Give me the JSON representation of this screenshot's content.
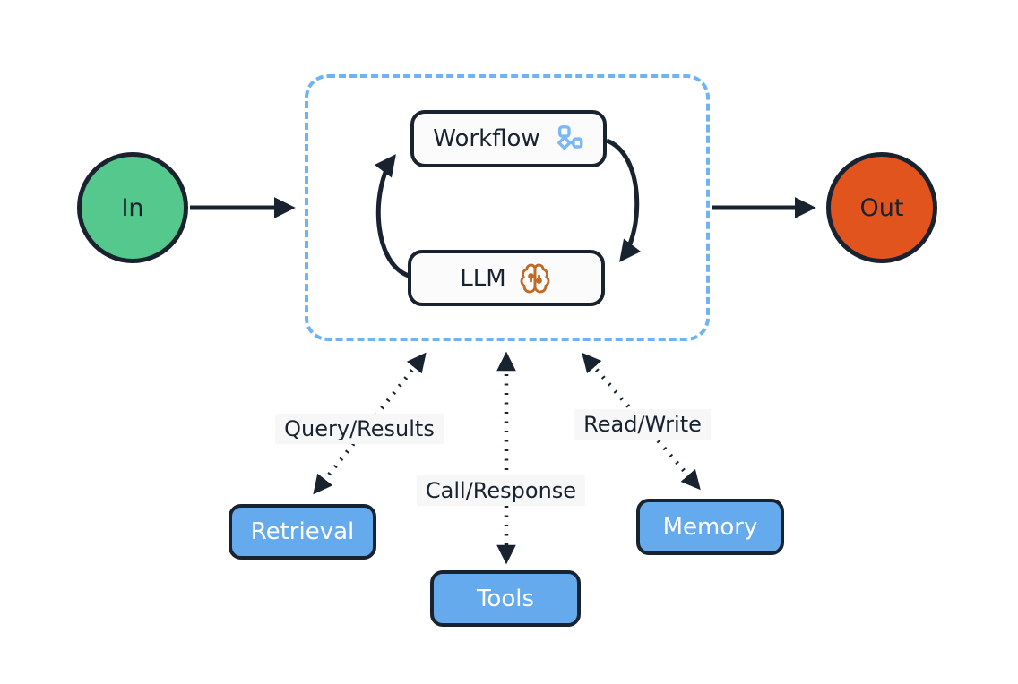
{
  "colors": {
    "ink": "#192330",
    "green": "#55c98d",
    "orange": "#e2541e",
    "blue": "#64aaec",
    "dash-blue": "#6fb3f2",
    "icon-blue": "#7cb9f4",
    "icon-orange": "#bf6b28",
    "node-bg": "#fbfbfb",
    "label-bg": "#f7f7f7",
    "page-bg": "#ffffff"
  },
  "nodes": {
    "in": {
      "label": "In"
    },
    "out": {
      "label": "Out"
    },
    "workflow": {
      "label": "Workflow",
      "icon": "workflow-icon"
    },
    "llm": {
      "label": "LLM",
      "icon": "brain-circuit-icon"
    },
    "retrieval": {
      "label": "Retrieval"
    },
    "tools": {
      "label": "Tools"
    },
    "memory": {
      "label": "Memory"
    }
  },
  "edge_labels": {
    "retrieval": "Query/Results",
    "tools": "Call/Response",
    "memory": "Read/Write"
  }
}
